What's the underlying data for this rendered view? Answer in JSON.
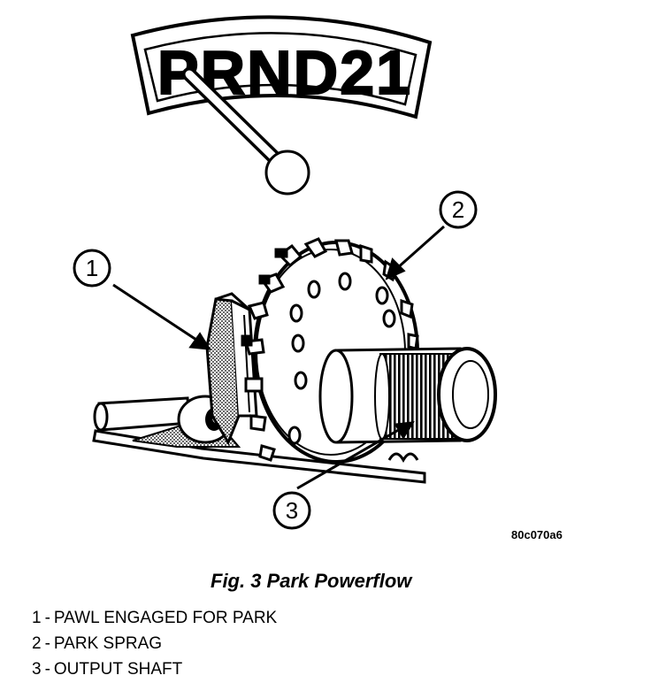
{
  "diagram": {
    "selector_label": "PRND21",
    "callouts": [
      "1",
      "2",
      "3"
    ],
    "reference_code": "80c070a6",
    "caption": "Fig. 3 Park Powerflow",
    "legend": [
      {
        "number": "1",
        "text": "PAWL ENGAGED FOR PARK"
      },
      {
        "number": "2",
        "text": "PARK SPRAG"
      },
      {
        "number": "3",
        "text": "OUTPUT SHAFT"
      }
    ]
  }
}
